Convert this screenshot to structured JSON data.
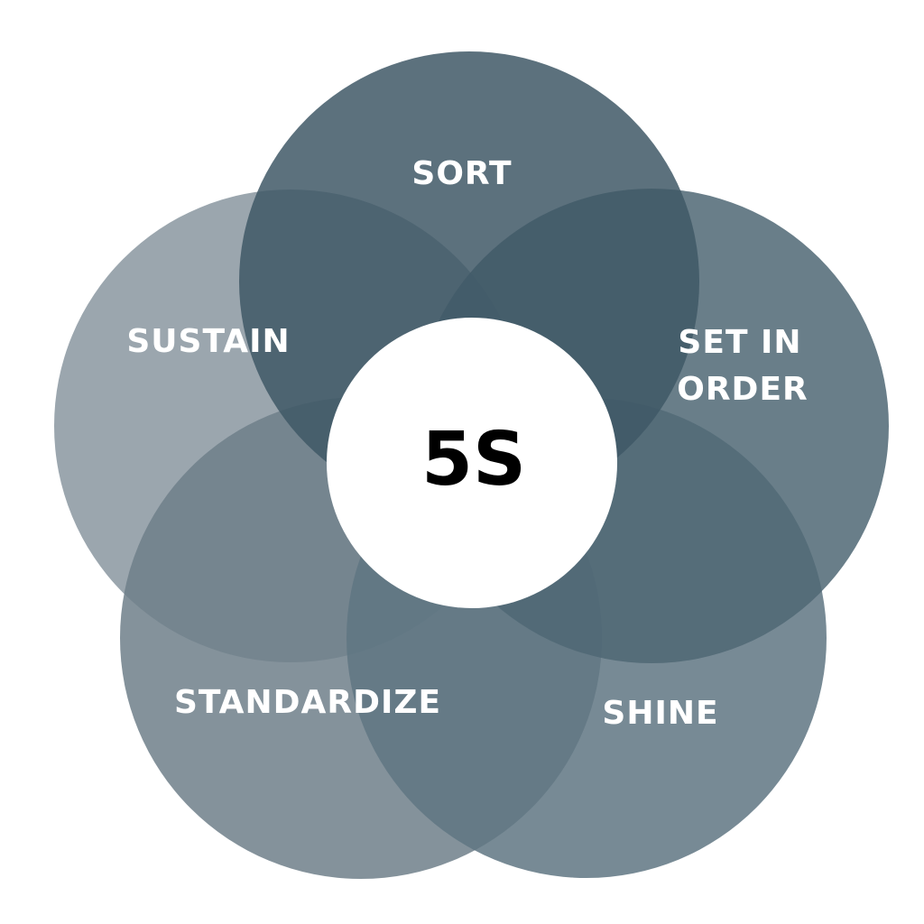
{
  "title": "5S",
  "petals": [
    {
      "id": "sort",
      "lines": [
        "SORT"
      ],
      "color": "#3f5866"
    },
    {
      "id": "set-in-order",
      "lines": [
        "SET IN",
        "ORDER"
      ],
      "color": "#4f6774"
    },
    {
      "id": "shine",
      "lines": [
        "SHINE"
      ],
      "color": "#5f7682"
    },
    {
      "id": "standardize",
      "lines": [
        "STANDARDIZE"
      ],
      "color": "#6e7f89"
    },
    {
      "id": "sustain",
      "lines": [
        "SUSTAIN"
      ],
      "color": "#8997a0"
    }
  ]
}
